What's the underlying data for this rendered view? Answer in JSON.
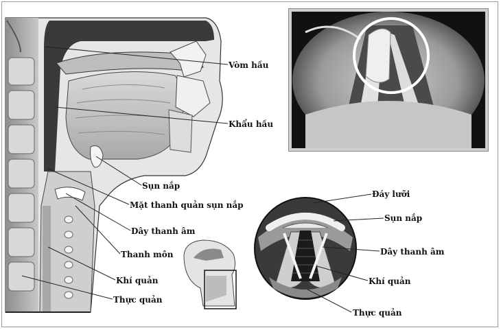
{
  "labels": {
    "vom_hau": "Vòm hầu",
    "khau_hau": "Khẩu hầu",
    "sun_nap": "Sụn nắp",
    "mat_thanh_quan_sun_nap": "Mặt thanh quản sụn nắp",
    "day_thanh_am": "Dây thanh âm",
    "thanh_mon": "Thanh môn",
    "khi_quan": "Khí quản",
    "thuc_quan": "Thực quản"
  },
  "inset_labels": {
    "day_luoi": "Đáy lưỡi",
    "sun_nap": "Sụn nắp",
    "day_thanh_am": "Dây thanh âm",
    "khi_quan": "Khí quản",
    "thuc_quan": "Thực quản"
  }
}
